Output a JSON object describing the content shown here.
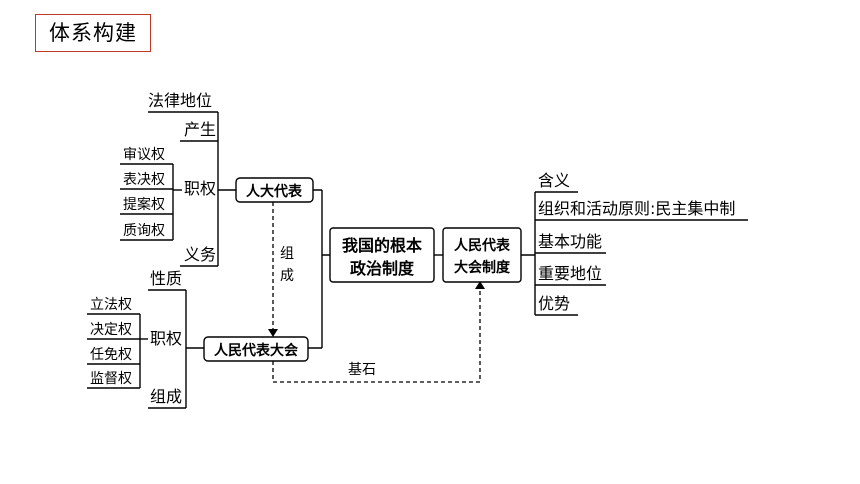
{
  "title": "体系构建",
  "root": "我国的根本政治制度",
  "root_lines": [
    "我国的根本",
    "政治制度"
  ],
  "system": {
    "label": "人民代表大会制度",
    "lines": [
      "人民代表",
      "大会制度"
    ],
    "items": [
      "含义",
      "组织和活动原则:民主集中制",
      "基本功能",
      "重要地位",
      "优势"
    ]
  },
  "deputies": {
    "label": "人大代表",
    "items": [
      "法律地位",
      "产生",
      "职权",
      "义务"
    ],
    "powers": [
      "审议权",
      "表决权",
      "提案权",
      "质询权"
    ]
  },
  "congress": {
    "label": "人民代表大会",
    "items": [
      "性质",
      "职权",
      "组成"
    ],
    "powers": [
      "立法权",
      "决定权",
      "任免权",
      "监督权"
    ]
  },
  "links": {
    "compose": "组成",
    "compose_chars": [
      "组",
      "成"
    ],
    "cornerstone": "基石"
  }
}
